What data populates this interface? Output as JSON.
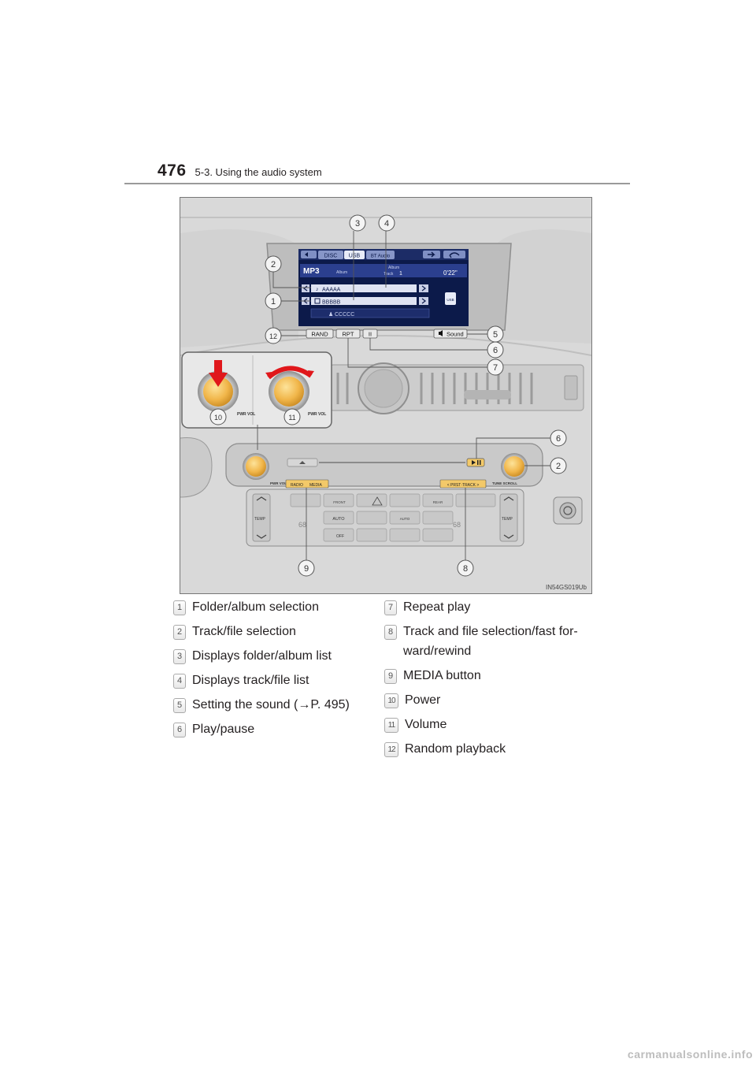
{
  "header": {
    "page_number": "476",
    "section": "5-3. Using the audio system"
  },
  "figure": {
    "code": "IN54GS019Ub",
    "screen": {
      "tabs": [
        "DISC",
        "USB",
        "BT Audio"
      ],
      "format": "MP3",
      "album_label": "Album",
      "track_label": "Track",
      "track_number": "1",
      "time": "0'22\"",
      "rows": [
        "AAAAA",
        "BBBBB",
        "CCCCC"
      ],
      "buttons": {
        "rand": "RAND",
        "rpt": "RPT",
        "pause": "II",
        "sound": "Sound"
      },
      "usb_badge": "USB"
    },
    "knob_label": "PWR VOL",
    "console": {
      "pwr_vol": "PWR VOL",
      "radio": "RADIO",
      "media": "MEDIA",
      "prst_track": "< PRST·TRACK >",
      "tune_scroll": "TUNE SCROLL",
      "temp": "TEMP",
      "auto": "AUTO",
      "off": "OFF",
      "front": "FRONT",
      "rear": "REAR",
      "temp_left": "68",
      "temp_right": "68"
    },
    "callouts": {
      "c1": "1",
      "c2": "2",
      "c3": "3",
      "c4": "4",
      "c5": "5",
      "c6": "6",
      "c7": "7",
      "c8": "8",
      "c9": "9",
      "c10": "10",
      "c11": "11",
      "c12": "12"
    }
  },
  "legend_left": [
    {
      "num": "1",
      "text": "Folder/album selection"
    },
    {
      "num": "2",
      "text": "Track/file selection"
    },
    {
      "num": "3",
      "text": "Displays folder/album list"
    },
    {
      "num": "4",
      "text": "Displays track/file list"
    },
    {
      "num": "5",
      "text": "Setting the sound (→P. 495)"
    },
    {
      "num": "6",
      "text": "Play/pause"
    }
  ],
  "legend_right": [
    {
      "num": "7",
      "text": "Repeat play"
    },
    {
      "num": "8",
      "text": "Track and file selection/fast for-ward/rewind"
    },
    {
      "num": "9",
      "text": "MEDIA button"
    },
    {
      "num": "10",
      "text": "Power"
    },
    {
      "num": "11",
      "text": "Volume"
    },
    {
      "num": "12",
      "text": "Random playback"
    }
  ],
  "watermark": "carmanualsonline.info"
}
